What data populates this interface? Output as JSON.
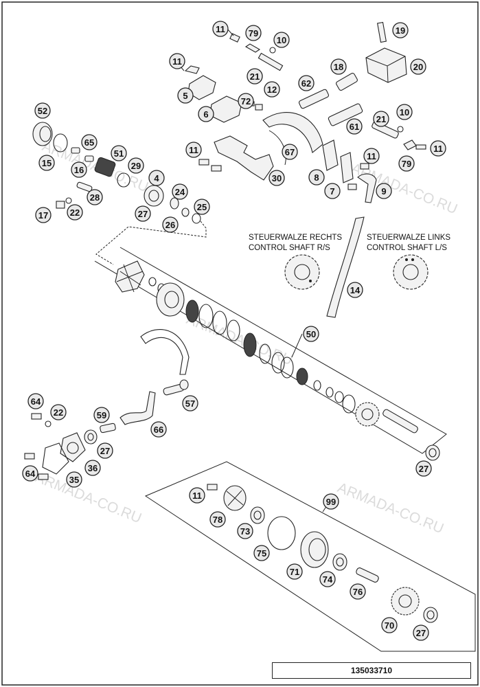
{
  "diagram": {
    "captions": {
      "right_de": "STEUERWALZE RECHTS",
      "right_en": "CONTROL SHAFT R/S",
      "left_de": "STEUERWALZE LINKS",
      "left_en": "CONTROL SHAFT L/S"
    },
    "watermark": "ARMADA-CO.RU",
    "diagram_id": "135033710",
    "callouts": [
      "11",
      "79",
      "10",
      "19",
      "20",
      "11",
      "21",
      "18",
      "62",
      "12",
      "72",
      "5",
      "6",
      "61",
      "21",
      "10",
      "52",
      "65",
      "51",
      "29",
      "15",
      "16",
      "11",
      "67",
      "79",
      "11",
      "4",
      "8",
      "7",
      "9",
      "11",
      "30",
      "28",
      "24",
      "17",
      "22",
      "27",
      "25",
      "26",
      "14",
      "50",
      "64",
      "22",
      "59",
      "57",
      "66",
      "27",
      "64",
      "35",
      "36",
      "27",
      "11",
      "99",
      "78",
      "73",
      "75",
      "71",
      "74",
      "76",
      "70",
      "27"
    ]
  }
}
